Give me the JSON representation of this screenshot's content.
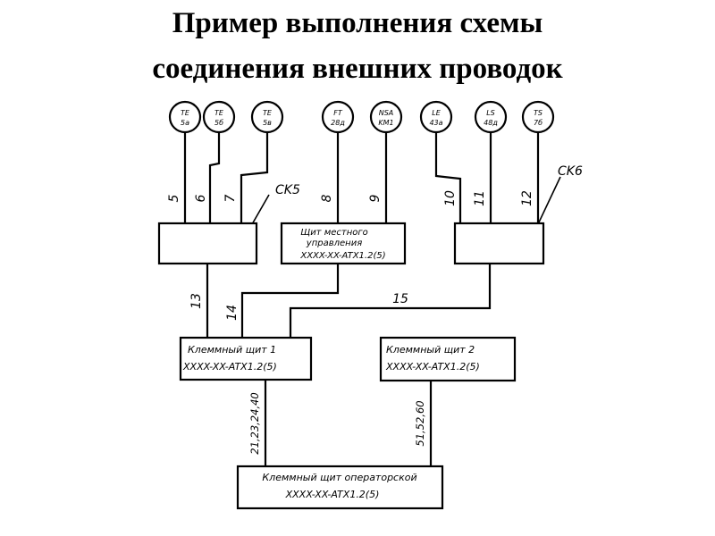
{
  "title": {
    "line1": "Пример выполнения схемы",
    "line2": "соединения внешних проводок"
  },
  "instruments": [
    {
      "line1": "TE",
      "line2": "5a"
    },
    {
      "line1": "TE",
      "line2": "5б"
    },
    {
      "line1": "TE",
      "line2": "5в"
    },
    {
      "line1": "FT",
      "line2": "28д"
    },
    {
      "line1": "NSA",
      "line2": "KM1"
    },
    {
      "line1": "LE",
      "line2": "43a"
    },
    {
      "line1": "LS",
      "line2": "48д"
    },
    {
      "line1": "TS",
      "line2": "7б"
    }
  ],
  "wire_numbers": [
    "5",
    "6",
    "7",
    "8",
    "9",
    "10",
    "11",
    "12",
    "13",
    "14",
    "15"
  ],
  "junction_boxes": {
    "ck5": "CK5",
    "ck6": "CK6"
  },
  "local_panel": {
    "line1": "Щит местного",
    "line2": "управления",
    "line3": "XXXX-XX-ATX1.2(5)"
  },
  "terminal_panel_1": {
    "line1": "Клеммный щит 1",
    "line2": "XXXX-XX-ATX1.2(5)"
  },
  "terminal_panel_2": {
    "line1": "Клеммный щит 2",
    "line2": "XXXX-XX-ATX1.2(5)"
  },
  "operator_panel": {
    "line1": "Клеммный щит операторской",
    "line2": "XXXX-XX-ATX1.2(5)"
  },
  "trunk_labels": {
    "left": "21,23,24,40",
    "right": "51,52,60"
  }
}
